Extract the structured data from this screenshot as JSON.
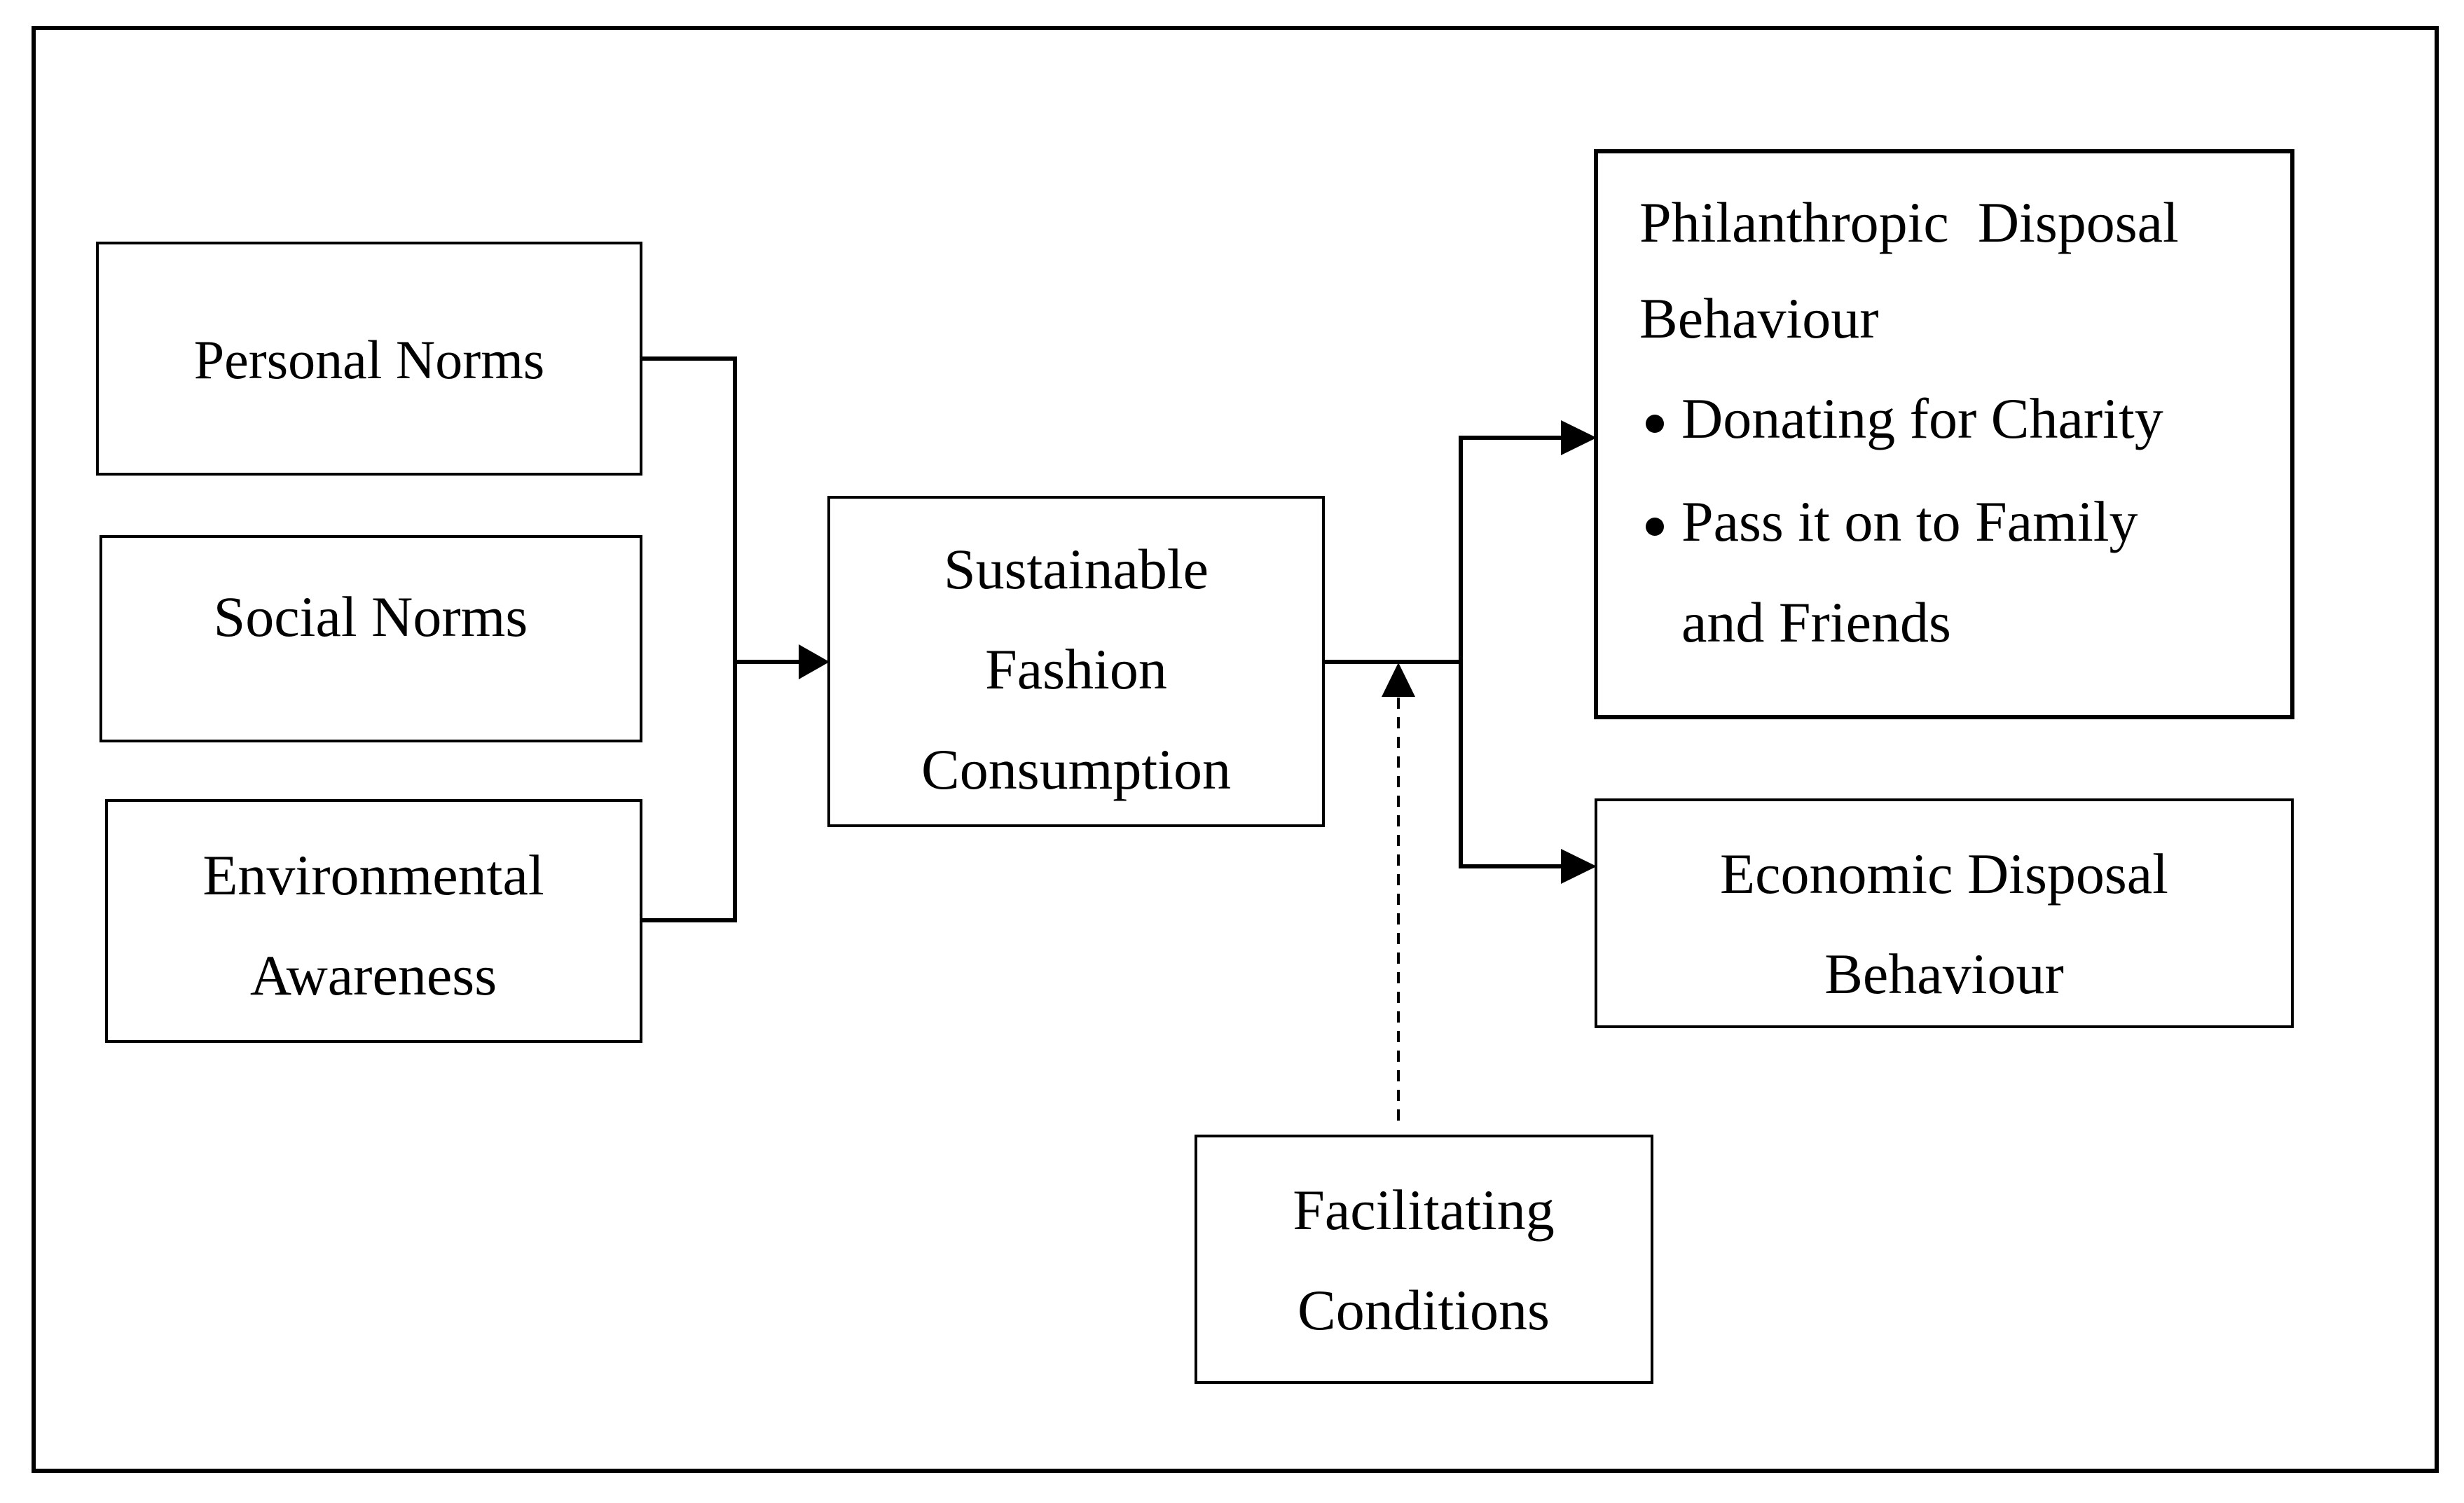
{
  "colors": {
    "stroke": "#000000",
    "background": "#ffffff"
  },
  "nodes": {
    "personal_norms": {
      "label": "Personal Norms"
    },
    "social_norms": {
      "label": "Social Norms"
    },
    "environmental_awareness": {
      "lines": [
        "Environmental",
        "Awareness"
      ]
    },
    "sustainable_fashion_consumption": {
      "lines": [
        "Sustainable",
        "Fashion",
        "Consumption"
      ]
    },
    "philanthropic_disposal": {
      "title_lines": [
        "Philanthropic  Disposal",
        "Behaviour"
      ],
      "bullets": [
        "Donating for Charity",
        "Pass it on to Family"
      ],
      "bullet_continuation": "and Friends"
    },
    "economic_disposal": {
      "lines": [
        "Economic Disposal",
        "Behaviour"
      ]
    },
    "facilitating_conditions": {
      "lines": [
        "Facilitating",
        "Conditions"
      ]
    }
  }
}
